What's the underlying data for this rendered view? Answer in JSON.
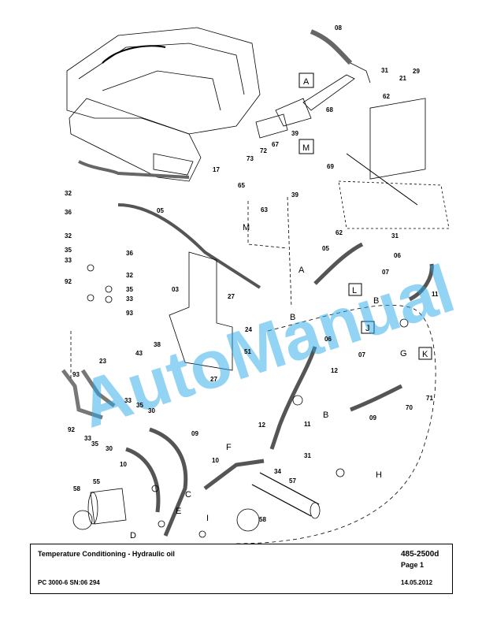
{
  "watermark": "AutoManual",
  "title_block": {
    "title": "Temperature Conditioning - Hydraulic oil",
    "doc_number": "485-2500d",
    "page": "Page 1",
    "machine": "PC 3000-6 SN:06 294",
    "date": "14.05.2012"
  },
  "part_labels": [
    "08",
    "31",
    "29",
    "21",
    "62",
    "68",
    "17",
    "39",
    "67",
    "72",
    "73",
    "69",
    "65",
    "63",
    "39",
    "05",
    "32",
    "36",
    "32",
    "35",
    "33",
    "36",
    "32",
    "92",
    "35",
    "33",
    "93",
    "38",
    "23",
    "43",
    "03",
    "27",
    "24",
    "51",
    "27",
    "93",
    "33",
    "35",
    "30",
    "92",
    "33",
    "35",
    "30",
    "09",
    "10",
    "62",
    "31",
    "05",
    "06",
    "07",
    "11",
    "06",
    "07",
    "12",
    "11",
    "31",
    "12",
    "34",
    "10",
    "57",
    "58",
    "55",
    "58",
    "09",
    "70",
    "71"
  ],
  "view_letters": [
    "A",
    "M",
    "M",
    "A",
    "L",
    "B",
    "B",
    "J",
    "G",
    "K",
    "B",
    "F",
    "C",
    "E",
    "D",
    "I",
    "H"
  ],
  "colors": {
    "watermark": "#29a9e8",
    "line": "#000000"
  }
}
